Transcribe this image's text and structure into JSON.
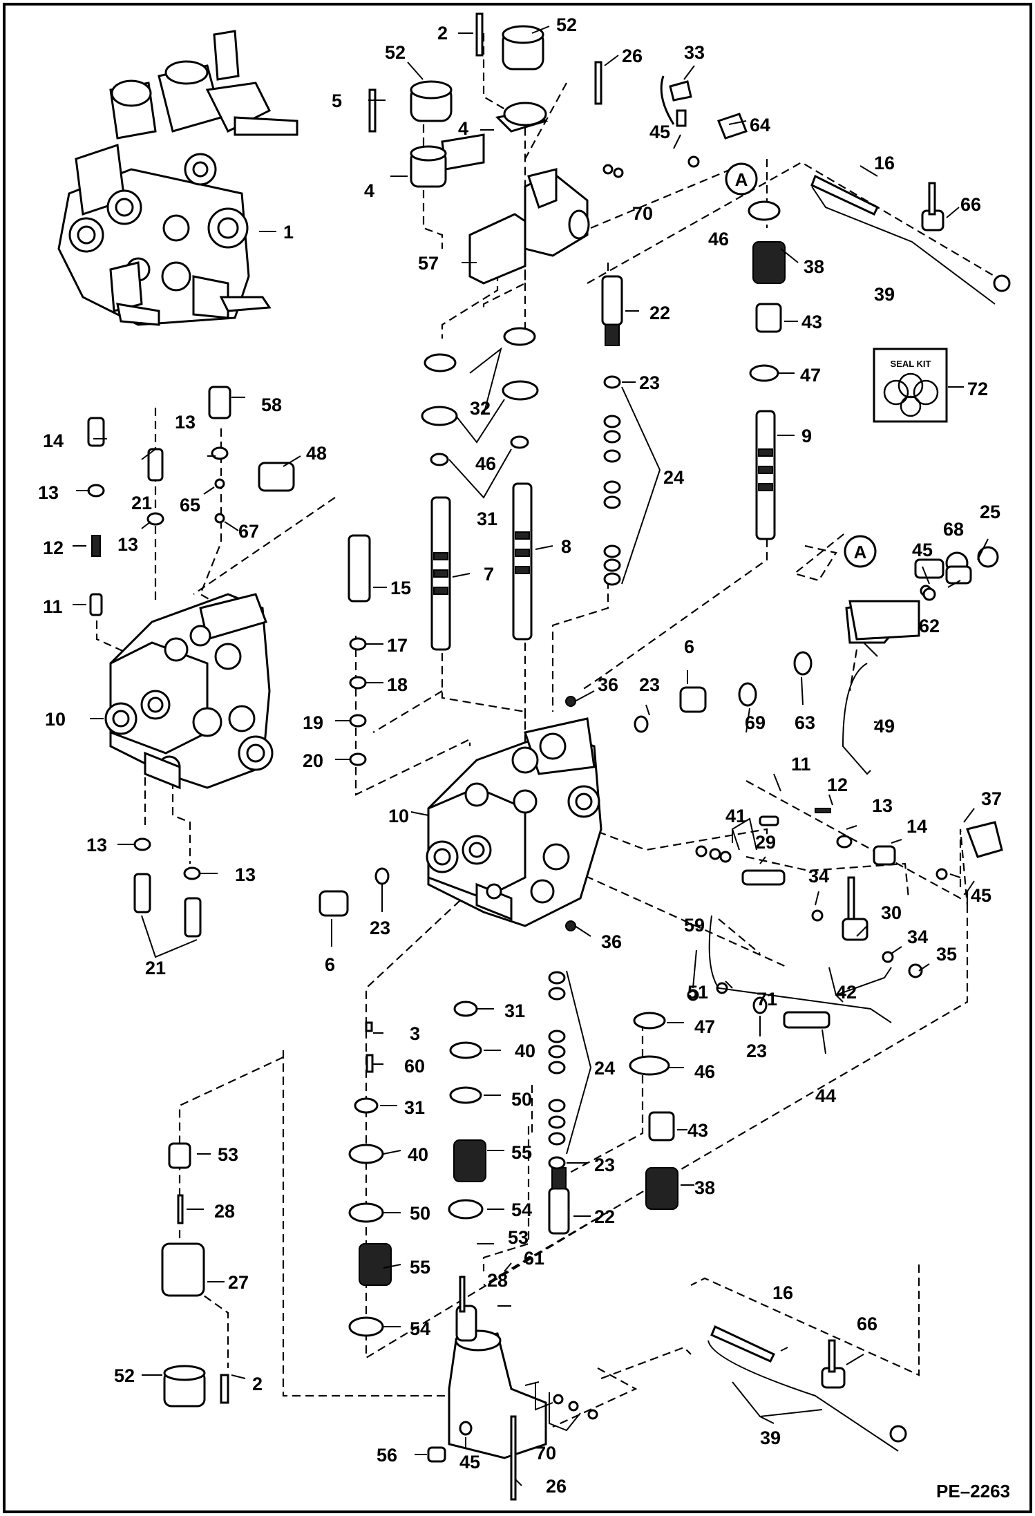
{
  "diagram": {
    "figure_code": "PE–2263",
    "reference_marker": "A",
    "seal_kit": {
      "title": "SEAL KIT",
      "callout": "72"
    },
    "callouts": [
      {
        "id": "c1",
        "text": "1"
      },
      {
        "id": "c2a",
        "text": "2"
      },
      {
        "id": "c2b",
        "text": "2"
      },
      {
        "id": "c3",
        "text": "3"
      },
      {
        "id": "c4a",
        "text": "4"
      },
      {
        "id": "c4b",
        "text": "4"
      },
      {
        "id": "c5",
        "text": "5"
      },
      {
        "id": "c6a",
        "text": "6"
      },
      {
        "id": "c6b",
        "text": "6"
      },
      {
        "id": "c7",
        "text": "7"
      },
      {
        "id": "c8",
        "text": "8"
      },
      {
        "id": "c9",
        "text": "9"
      },
      {
        "id": "c10a",
        "text": "10"
      },
      {
        "id": "c10b",
        "text": "10"
      },
      {
        "id": "c11a",
        "text": "11"
      },
      {
        "id": "c11b",
        "text": "11"
      },
      {
        "id": "c12a",
        "text": "12"
      },
      {
        "id": "c12b",
        "text": "12"
      },
      {
        "id": "c13a",
        "text": "13"
      },
      {
        "id": "c13b",
        "text": "13"
      },
      {
        "id": "c13c",
        "text": "13"
      },
      {
        "id": "c13d",
        "text": "13"
      },
      {
        "id": "c13e",
        "text": "13"
      },
      {
        "id": "c13f",
        "text": "13"
      },
      {
        "id": "c13g",
        "text": "13"
      },
      {
        "id": "c14a",
        "text": "14"
      },
      {
        "id": "c14b",
        "text": "14"
      },
      {
        "id": "c15",
        "text": "15"
      },
      {
        "id": "c16a",
        "text": "16"
      },
      {
        "id": "c16b",
        "text": "16"
      },
      {
        "id": "c17",
        "text": "17"
      },
      {
        "id": "c18",
        "text": "18"
      },
      {
        "id": "c19",
        "text": "19"
      },
      {
        "id": "c20",
        "text": "20"
      },
      {
        "id": "c21a",
        "text": "21"
      },
      {
        "id": "c21b",
        "text": "21"
      },
      {
        "id": "c22a",
        "text": "22"
      },
      {
        "id": "c22b",
        "text": "22"
      },
      {
        "id": "c23a",
        "text": "23"
      },
      {
        "id": "c23b",
        "text": "23"
      },
      {
        "id": "c23c",
        "text": "23"
      },
      {
        "id": "c23d",
        "text": "23"
      },
      {
        "id": "c23e",
        "text": "23"
      },
      {
        "id": "c24a",
        "text": "24"
      },
      {
        "id": "c24b",
        "text": "24"
      },
      {
        "id": "c25",
        "text": "25"
      },
      {
        "id": "c26a",
        "text": "26"
      },
      {
        "id": "c26b",
        "text": "26"
      },
      {
        "id": "c27",
        "text": "27"
      },
      {
        "id": "c28a",
        "text": "28"
      },
      {
        "id": "c28b",
        "text": "28"
      },
      {
        "id": "c29",
        "text": "29"
      },
      {
        "id": "c30",
        "text": "30"
      },
      {
        "id": "c31a",
        "text": "31"
      },
      {
        "id": "c31b",
        "text": "31"
      },
      {
        "id": "c31c",
        "text": "31"
      },
      {
        "id": "c32",
        "text": "32"
      },
      {
        "id": "c33",
        "text": "33"
      },
      {
        "id": "c34a",
        "text": "34"
      },
      {
        "id": "c34b",
        "text": "34"
      },
      {
        "id": "c35",
        "text": "35"
      },
      {
        "id": "c36a",
        "text": "36"
      },
      {
        "id": "c36b",
        "text": "36"
      },
      {
        "id": "c37",
        "text": "37"
      },
      {
        "id": "c38a",
        "text": "38"
      },
      {
        "id": "c38b",
        "text": "38"
      },
      {
        "id": "c39a",
        "text": "39"
      },
      {
        "id": "c39b",
        "text": "39"
      },
      {
        "id": "c40a",
        "text": "40"
      },
      {
        "id": "c40b",
        "text": "40"
      },
      {
        "id": "c41",
        "text": "41"
      },
      {
        "id": "c42",
        "text": "42"
      },
      {
        "id": "c43a",
        "text": "43"
      },
      {
        "id": "c43b",
        "text": "43"
      },
      {
        "id": "c44",
        "text": "44"
      },
      {
        "id": "c45a",
        "text": "45"
      },
      {
        "id": "c45b",
        "text": "45"
      },
      {
        "id": "c45c",
        "text": "45"
      },
      {
        "id": "c45d",
        "text": "45"
      },
      {
        "id": "c46a",
        "text": "46"
      },
      {
        "id": "c46b",
        "text": "46"
      },
      {
        "id": "c46c",
        "text": "46"
      },
      {
        "id": "c47a",
        "text": "47"
      },
      {
        "id": "c47b",
        "text": "47"
      },
      {
        "id": "c48",
        "text": "48"
      },
      {
        "id": "c49",
        "text": "49"
      },
      {
        "id": "c50a",
        "text": "50"
      },
      {
        "id": "c50b",
        "text": "50"
      },
      {
        "id": "c51",
        "text": "51"
      },
      {
        "id": "c52a",
        "text": "52"
      },
      {
        "id": "c52b",
        "text": "52"
      },
      {
        "id": "c52c",
        "text": "52"
      },
      {
        "id": "c53a",
        "text": "53"
      },
      {
        "id": "c53b",
        "text": "53"
      },
      {
        "id": "c54a",
        "text": "54"
      },
      {
        "id": "c54b",
        "text": "54"
      },
      {
        "id": "c55a",
        "text": "55"
      },
      {
        "id": "c55b",
        "text": "55"
      },
      {
        "id": "c56",
        "text": "56"
      },
      {
        "id": "c57",
        "text": "57"
      },
      {
        "id": "c58",
        "text": "58"
      },
      {
        "id": "c59",
        "text": "59"
      },
      {
        "id": "c60",
        "text": "60"
      },
      {
        "id": "c61",
        "text": "61"
      },
      {
        "id": "c62",
        "text": "62"
      },
      {
        "id": "c63",
        "text": "63"
      },
      {
        "id": "c64",
        "text": "64"
      },
      {
        "id": "c65",
        "text": "65"
      },
      {
        "id": "c66a",
        "text": "66"
      },
      {
        "id": "c66b",
        "text": "66"
      },
      {
        "id": "c67",
        "text": "67"
      },
      {
        "id": "c68",
        "text": "68"
      },
      {
        "id": "c69",
        "text": "69"
      },
      {
        "id": "c70a",
        "text": "70"
      },
      {
        "id": "c70b",
        "text": "70"
      },
      {
        "id": "c71",
        "text": "71"
      }
    ]
  }
}
